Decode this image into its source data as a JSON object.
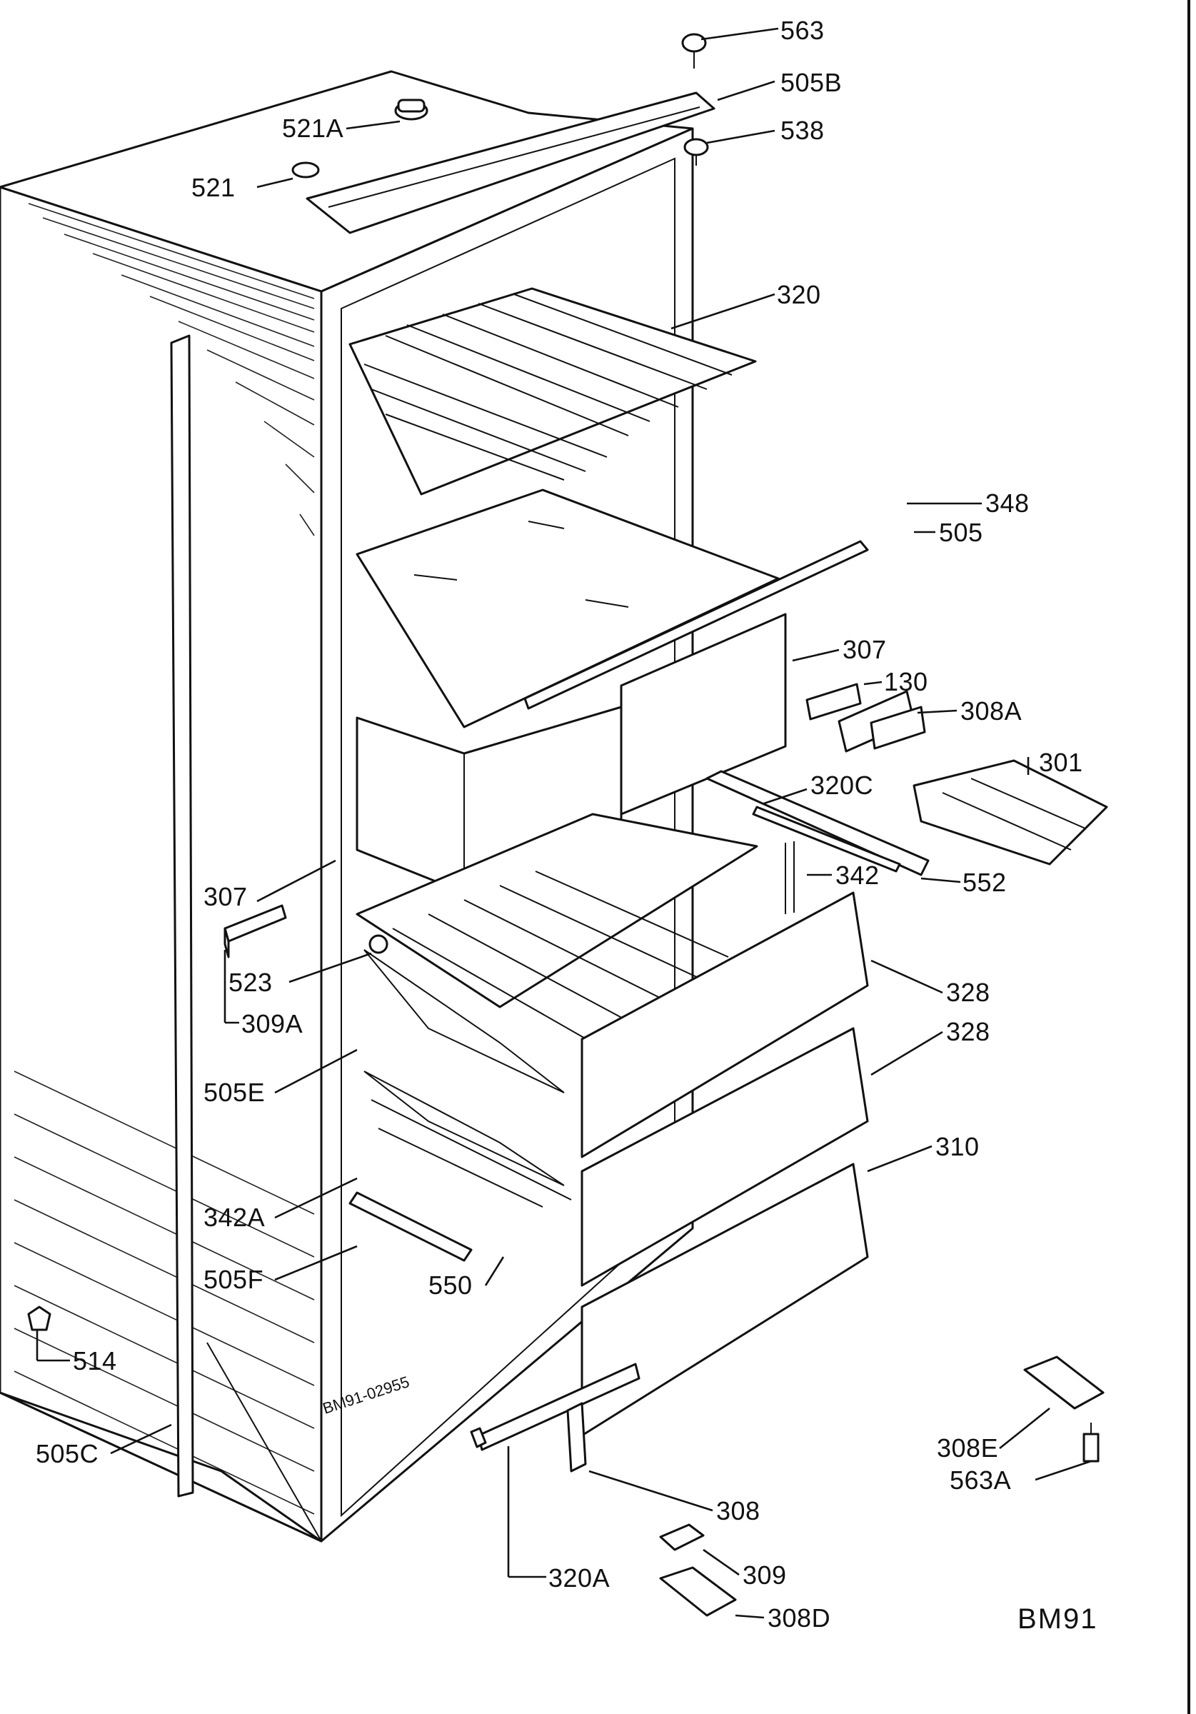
{
  "diagram": {
    "model_label": "BM91",
    "drawing_code": "BM91-02955",
    "callouts": [
      {
        "id": "563",
        "label": "563"
      },
      {
        "id": "505b",
        "label": "505B"
      },
      {
        "id": "521a",
        "label": "521A"
      },
      {
        "id": "538",
        "label": "538"
      },
      {
        "id": "521",
        "label": "521"
      },
      {
        "id": "320",
        "label": "320"
      },
      {
        "id": "348",
        "label": "348"
      },
      {
        "id": "505",
        "label": "505"
      },
      {
        "id": "307-right",
        "label": "307"
      },
      {
        "id": "130",
        "label": "130"
      },
      {
        "id": "308a",
        "label": "308A"
      },
      {
        "id": "301",
        "label": "301"
      },
      {
        "id": "320c",
        "label": "320C"
      },
      {
        "id": "342",
        "label": "342"
      },
      {
        "id": "552",
        "label": "552"
      },
      {
        "id": "307-left",
        "label": "307"
      },
      {
        "id": "523",
        "label": "523"
      },
      {
        "id": "309a",
        "label": "309A"
      },
      {
        "id": "328-upper",
        "label": "328"
      },
      {
        "id": "328-lower",
        "label": "328"
      },
      {
        "id": "505e",
        "label": "505E"
      },
      {
        "id": "310",
        "label": "310"
      },
      {
        "id": "342a",
        "label": "342A"
      },
      {
        "id": "505f",
        "label": "505F"
      },
      {
        "id": "550",
        "label": "550"
      },
      {
        "id": "514",
        "label": "514"
      },
      {
        "id": "505c",
        "label": "505C"
      },
      {
        "id": "308e",
        "label": "308E"
      },
      {
        "id": "563a",
        "label": "563A"
      },
      {
        "id": "308",
        "label": "308"
      },
      {
        "id": "309",
        "label": "309"
      },
      {
        "id": "320a",
        "label": "320A"
      },
      {
        "id": "308d",
        "label": "308D"
      }
    ]
  }
}
